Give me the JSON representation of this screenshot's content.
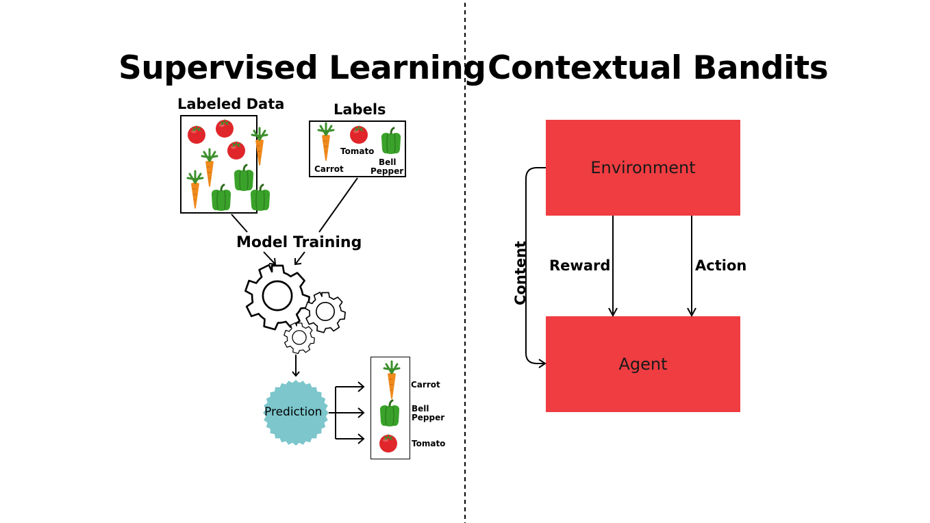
{
  "left": {
    "title": "Supervised Learning",
    "labeled_data_label": "Labeled Data",
    "labels_label": "Labels",
    "labels_box": {
      "tomato": "Tomato",
      "carrot": "Carrot",
      "bell": "Bell",
      "pepper": "Pepper"
    },
    "model_training_label": "Model Training",
    "prediction_label": "Prediction",
    "outputs": {
      "carrot": "Carrot",
      "bell": "Bell",
      "pepper": "Pepper",
      "tomato": "Tomato"
    }
  },
  "right": {
    "title": "Contextual Bandits",
    "environment_label": "Environment",
    "agent_label": "Agent",
    "reward_label": "Reward",
    "action_label": "Action",
    "content_label": "Content"
  },
  "colors": {
    "box_red": "#ef3d41",
    "prediction_teal": "#7cc6cc",
    "tomato_red": "#e0262b",
    "carrot_orange": "#f08a1c",
    "pepper_green": "#3aa22a",
    "leaf_green": "#3c8f2b"
  }
}
